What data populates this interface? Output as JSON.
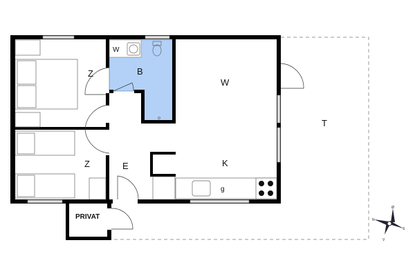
{
  "rooms": {
    "bedroom_1": "Z",
    "bedroom_2": "Z",
    "bathroom": "B",
    "washer": "W",
    "living": "W",
    "kitchen": "K",
    "entrance": "E",
    "terrace": "T",
    "private": "PRIVAT",
    "stove_label": "g"
  },
  "compass": {
    "north": "N",
    "east": "Ø",
    "south": "S",
    "west": "V"
  },
  "colors": {
    "wall": "#000000",
    "bathroom": "#b3d1f7",
    "terrace_line": "#999999"
  }
}
